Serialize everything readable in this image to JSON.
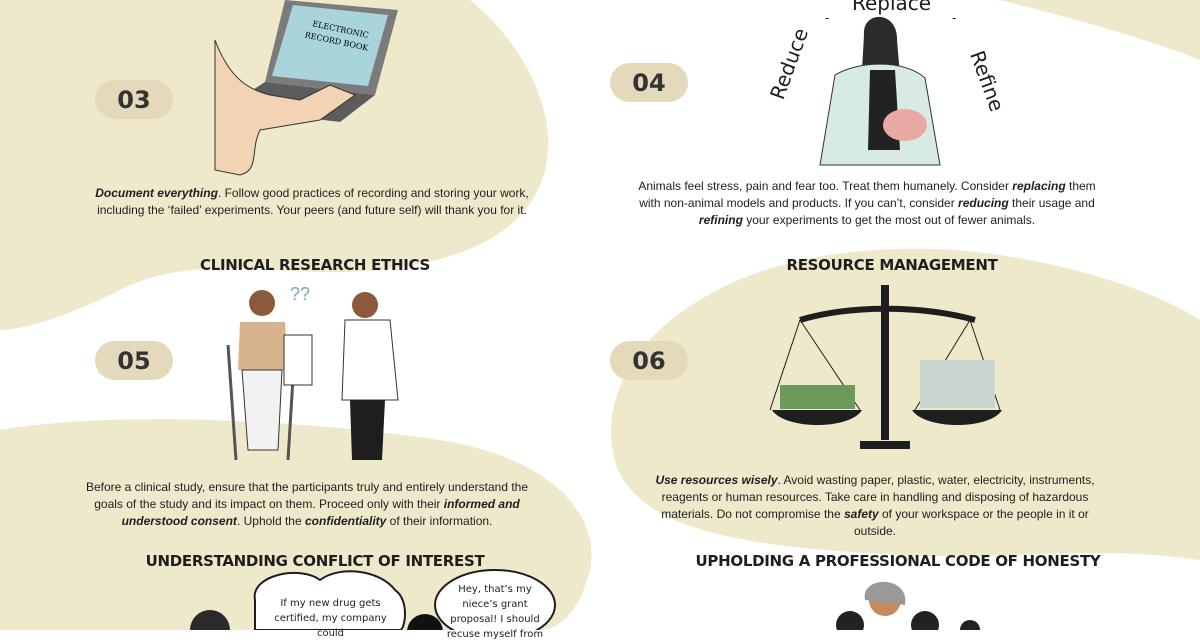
{
  "colors": {
    "blob": "#efe9cc",
    "pill": "#e4d9bb",
    "text": "#1e1e1e"
  },
  "sections": [
    {
      "number": "03",
      "heading": "",
      "laptop_text": [
        "ELECTRONIC",
        "RECORD BOOK"
      ],
      "text": [
        {
          "b": "Document everything"
        },
        {
          "t": ". Follow good practices of recording and storing your work, including the ‘failed’ experiments. Your peers (and future self) will thank you for it."
        }
      ]
    },
    {
      "number": "04",
      "heading": "",
      "arc_words": [
        "Reduce",
        "Replace",
        "Refine"
      ],
      "text": [
        {
          "t": "Animals feel stress, pain and fear too. Treat them humanely. Consider "
        },
        {
          "b": "replacing"
        },
        {
          "t": " them with non-animal models and products. If you can’t, consider "
        },
        {
          "b": "reducing"
        },
        {
          "t": " their usage and "
        },
        {
          "b": "refining"
        },
        {
          "t": " your experiments to get the most out of fewer animals."
        }
      ]
    },
    {
      "number": "05",
      "heading": "CLINICAL RESEARCH ETHICS",
      "text": [
        {
          "t": "Before a clinical study, ensure that the participants truly and entirely understand the goals of the study and its impact on them. Proceed only with their "
        },
        {
          "b": "informed and understood consent"
        },
        {
          "t": ". Uphold the "
        },
        {
          "b": "confidentiality"
        },
        {
          "t": " of their information."
        }
      ]
    },
    {
      "number": "06",
      "heading": "RESOURCE MANAGEMENT",
      "text": [
        {
          "b": "Use resources wisely"
        },
        {
          "t": ". Avoid wasting paper, plastic, water, electricity, instruments, reagents or human resources. Take care in handling and disposing of hazardous materials. Do not compromise the "
        },
        {
          "b": "safety"
        },
        {
          "t": " of your workspace or the people in it or outside."
        }
      ]
    },
    {
      "heading": "UNDERSTANDING CONFLICT OF INTEREST",
      "bubbles": [
        "If my new drug gets certified, my company could",
        "Hey, that’s my niece’s grant proposal! I should recuse myself from"
      ]
    },
    {
      "heading": "UPHOLDING A PROFESSIONAL CODE OF HONESTY"
    }
  ]
}
